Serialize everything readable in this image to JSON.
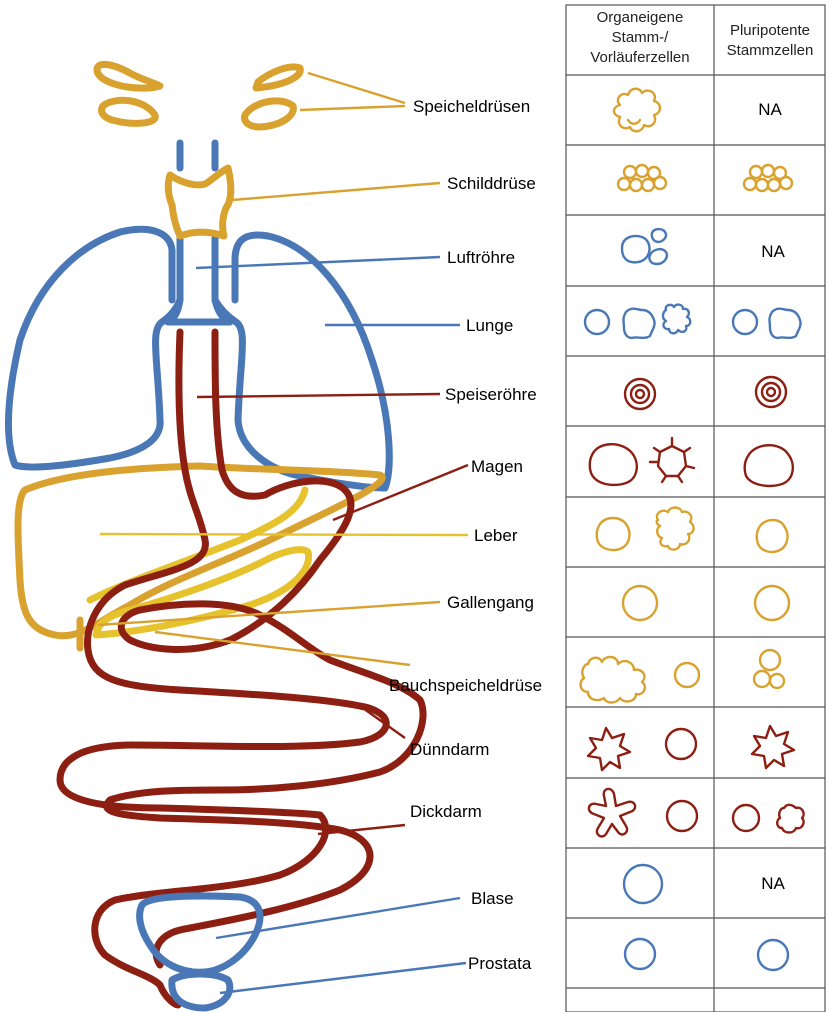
{
  "colors": {
    "blue": "#4a78b6",
    "gold": "#d9a22e",
    "yellow": "#e6c32d",
    "darkred": "#8c1f12",
    "grid": "#555555"
  },
  "table": {
    "header_col1": [
      "Organeigene",
      "Stamm-/",
      "Vorläuferzellen"
    ],
    "header_col2": [
      "Pluripotente",
      "Stammzellen"
    ],
    "na_label": "NA"
  },
  "rows": [
    {
      "organ": "Speicheldrüsen",
      "color": "#d9a22e",
      "organ_cells": [
        "cluster-lobed"
      ],
      "pluripotent": "NA"
    },
    {
      "organ": "Schilddrüse",
      "color": "#d9a22e",
      "organ_cells": [
        "cluster-round"
      ],
      "pluripotent": "cluster-round"
    },
    {
      "organ": "Luftröhre",
      "color": "#4a78b6",
      "organ_cells": [
        "circle-pair"
      ],
      "pluripotent": "NA"
    },
    {
      "organ": "Lunge",
      "color": "#4a78b6",
      "organ_cells": [
        "circle",
        "irregular",
        "budding"
      ],
      "pluripotent": "circle+irregular"
    },
    {
      "organ": "Speiseröhre",
      "color": "#8c1f12",
      "organ_cells": [
        "concentric"
      ],
      "pluripotent": "concentric"
    },
    {
      "organ": "Magen",
      "color": "#8c1f12",
      "organ_cells": [
        "blob",
        "spiked"
      ],
      "pluripotent": "blob"
    },
    {
      "organ": "Leber",
      "color": "#d9a22e",
      "organ_cells": [
        "blob",
        "flower"
      ],
      "pluripotent": "blob"
    },
    {
      "organ": "Gallengang",
      "color": "#d9a22e",
      "organ_cells": [
        "circle"
      ],
      "pluripotent": "circle"
    },
    {
      "organ": "Bauchspeicheldrüse",
      "color": "#d9a22e",
      "organ_cells": [
        "cloud",
        "circle"
      ],
      "pluripotent": "circle-cluster"
    },
    {
      "organ": "Dünndarm",
      "color": "#8c1f12",
      "organ_cells": [
        "star",
        "circle"
      ],
      "pluripotent": "star"
    },
    {
      "organ": "Dickdarm",
      "color": "#8c1f12",
      "organ_cells": [
        "branched",
        "circle"
      ],
      "pluripotent": "circle+irregular"
    },
    {
      "organ": "Blase",
      "color": "#4a78b6",
      "organ_cells": [
        "circle"
      ],
      "pluripotent": "NA"
    },
    {
      "organ": "Prostata",
      "color": "#4a78b6",
      "organ_cells": [
        "circle"
      ],
      "pluripotent": "circle"
    }
  ]
}
